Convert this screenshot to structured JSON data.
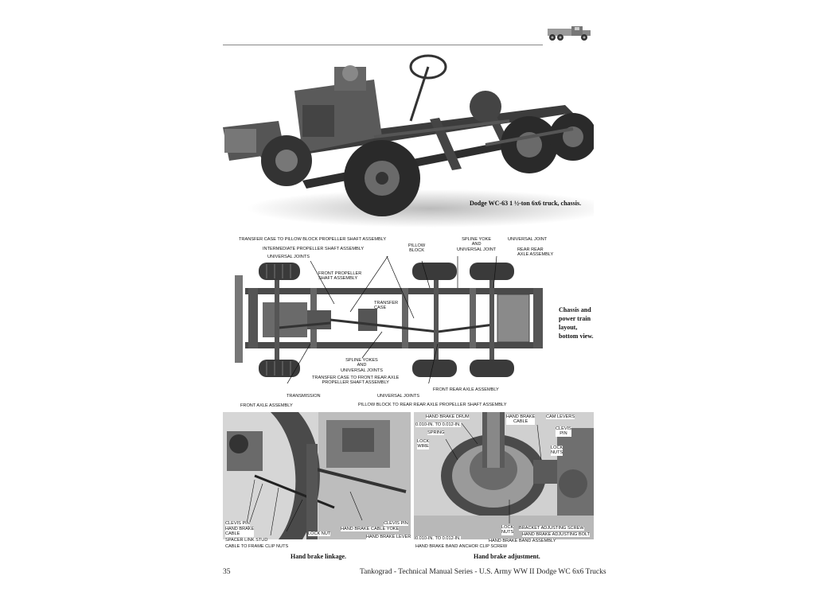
{
  "top_photo": {
    "caption": "Dodge WC-63 1 ½-ton 6x6 truck, chassis."
  },
  "layout": {
    "caption_lines": [
      "Chassis and",
      "power train",
      "layout,",
      "bottom view."
    ],
    "labels": {
      "tc_pillow": "TRANSFER CASE TO PILLOW BLOCK PROPELLER SHAFT ASSEMBLY",
      "intermediate": "INTERMEDIATE PROPELLER SHAFT ASSEMBLY",
      "universal_joints_top": "UNIVERSAL JOINTS",
      "front_prop": [
        "FRONT PROPELLER",
        "SHAFT ASSEMBLY"
      ],
      "transfer_case": [
        "TRANSFER",
        "CASE"
      ],
      "pillow_block": [
        "PILLOW",
        "BLOCK"
      ],
      "spline_yoke": [
        "SPLINE YOKE",
        "AND",
        "UNIVERSAL JOINT"
      ],
      "universal_joint": "UNIVERSAL JOINT",
      "rear_rear_axle": [
        "REAR REAR",
        "AXLE ASSEMBLY"
      ],
      "spline_yokes": [
        "SPLINE YOKES",
        "AND",
        "UNIVERSAL JOINTS"
      ],
      "tc_front_rear": [
        "TRANSFER CASE TO FRONT REAR AXLE",
        "PROPELLER SHAFT ASSEMBLY"
      ],
      "transmission": "TRANSMISSION",
      "front_axle": "FRONT AXLE ASSEMBLY",
      "universal_joints_bottom": "UNIVERSAL JOINTS",
      "front_rear_axle": "FRONT REAR AXLE ASSEMBLY",
      "pillow_rear_rear": "PILLOW BLOCK TO REAR REAR AXLE PROPELLER SHAFT ASSEMBLY"
    }
  },
  "linkage": {
    "caption": "Hand brake linkage.",
    "labels": {
      "clevis_pin_left": "CLEVIS PIN",
      "hand_brake_cable": [
        "HAND BRAKE",
        "CABLE"
      ],
      "spacer_link_stud": "SPACER LINK STUD",
      "cable_clip_nuts": "CABLE TO FRAME CLIP NUTS",
      "lock_nut": "LOCK NUT",
      "clevis_pin_right": "CLEVIS PIN",
      "cable_yoke": "HAND BRAKE CABLE YOKE",
      "hand_brake_lever": "HAND BRAKE LEVER"
    }
  },
  "adjustment": {
    "caption": "Hand brake adjustment.",
    "labels": {
      "drum": "HAND BRAKE DRUM",
      "clearance_top": "0.010-IN. TO 0.012-IN.",
      "spring": "SPRING",
      "lock_wire": [
        "LOCK",
        "WIRE"
      ],
      "hb_cable": [
        "HAND BRAKE",
        "CABLE"
      ],
      "cam_levers": "CAM LEVERS",
      "clevis_pin": [
        "CLEVIS",
        "PIN"
      ],
      "lock_nuts_right": [
        "LOCK",
        "NUTS"
      ],
      "clearance_bottom": "0.010-IN. TO 0.012-IN.",
      "lock_nuts_bottom": [
        "LOCK",
        "NUTS"
      ],
      "bracket_screw": "BRACKET ADJUSTING SCREW",
      "adjusting_bolt": "HAND BRAKE ADJUSTING BOLT",
      "band_assembly": "HAND BRAKE BAND ASSEMBLY",
      "anchor_screw": "HAND BRAKE BAND ANCHOR CLIP SCREW"
    }
  },
  "footer": {
    "page_number": "35",
    "title": "Tankograd - Technical Manual Series - U.S. Army WW II Dodge WC 6x6 Trucks"
  }
}
